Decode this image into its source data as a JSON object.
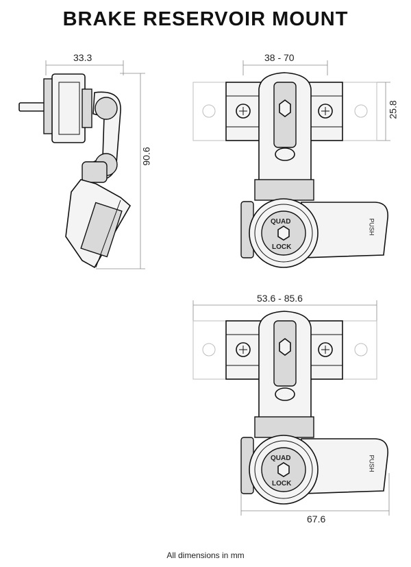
{
  "title": "BRAKE RESERVOIR MOUNT",
  "dimensions": {
    "side_width": "33.3",
    "side_height": "90.6",
    "top_span": "38 - 70",
    "top_height": "25.8",
    "bottom_span": "53.6 - 85.6",
    "bottom_width": "67.6"
  },
  "labels": {
    "brand_top": "QUAD",
    "brand_bottom": "LOCK",
    "push": "PUSH"
  },
  "footer": "All dimensions in mm"
}
